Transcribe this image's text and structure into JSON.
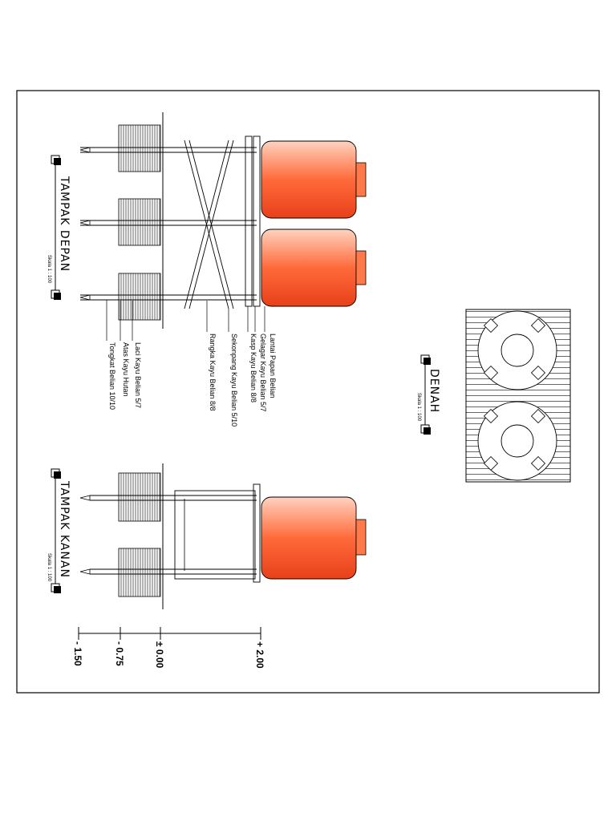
{
  "titles": {
    "front": "TAMPAK DEPAN",
    "right": "TAMPAK KANAN",
    "plan": "DENAH",
    "scale_front": "Skala 1 : 100",
    "scale_right": "Skala 1 : 100",
    "scale_plan": "Skala 1 : 100"
  },
  "labels": [
    "Lantai Papan Belian",
    "Gelagar Kayu Belian 5/7",
    "Kasp Kayu Belian 8/8",
    "Sekonpang Kayu Belian 5/10",
    "Rangka Kayu Belian 8/8",
    "Laci Kayu Belian 5/7",
    "Atas Kayu Hutan",
    "Tongkat Belian 10/10"
  ],
  "elevations": [
    "+ 2.00",
    "± 0.00",
    "- 0.75",
    "- 1.50"
  ],
  "colors": {
    "tank": "#f05a28",
    "tank_light": "#ffd2bf",
    "line": "#000000"
  }
}
